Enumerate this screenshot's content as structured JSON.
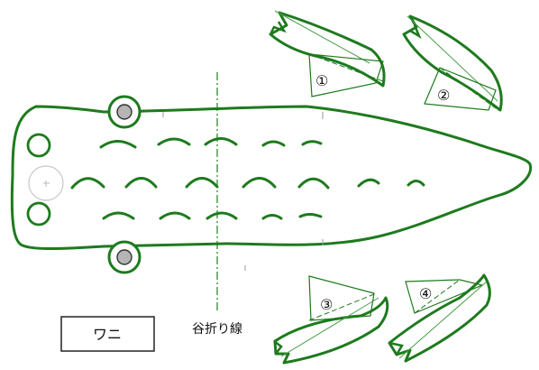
{
  "title_box": {
    "text": "ワニ"
  },
  "fold_label": {
    "text": "谷折り線"
  },
  "legs": [
    {
      "number": "①"
    },
    {
      "number": "②"
    },
    {
      "number": "③"
    },
    {
      "number": "④"
    }
  ],
  "colors": {
    "outline": "#1e7a1e",
    "fold_line": "#2e8b2e",
    "eye_fill": "#b5b5b5",
    "text": "#111111"
  }
}
